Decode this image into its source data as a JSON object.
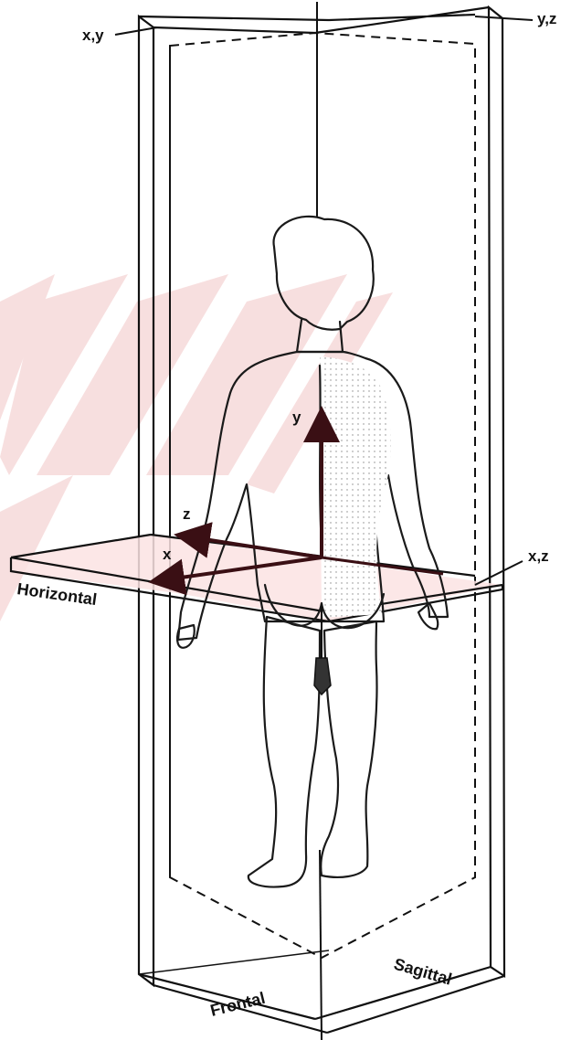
{
  "labels": {
    "plane_xy": "x,y",
    "plane_yz": "y,z",
    "plane_xz": "x,z",
    "axis_y": "y",
    "axis_z": "z",
    "axis_x": "x",
    "horizontal": "Horizontal",
    "frontal": "Frontal",
    "sagittal": "Sagittal"
  },
  "colors": {
    "watermark": "#f6dada",
    "horizontal_tint": "#fbe3e3",
    "arrow": "#3a0f14",
    "ink": "#111111"
  }
}
